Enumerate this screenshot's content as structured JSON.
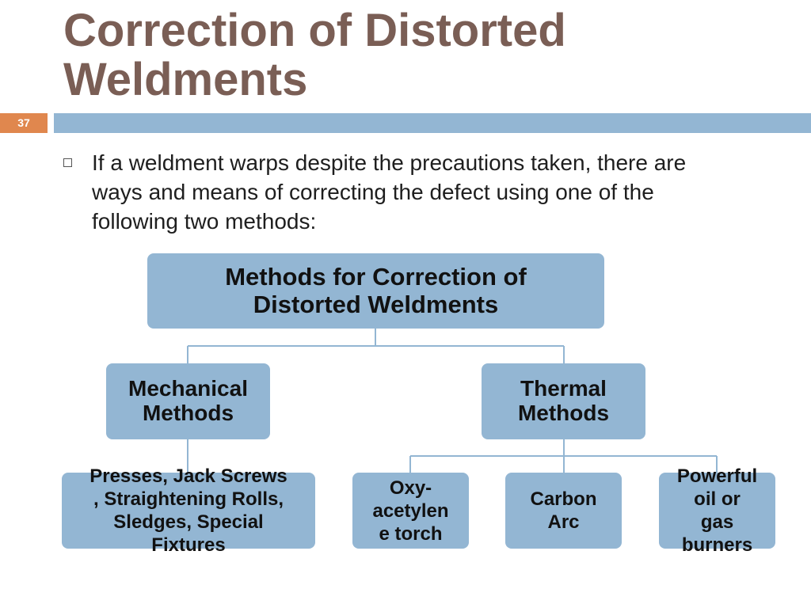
{
  "slide": {
    "title_lines": [
      "Correction of Distorted",
      "Weldments"
    ],
    "number": "37",
    "bullet_lines": [
      "If a weldment warps despite the precautions taken, there are",
      "ways and means of correcting the defect using one of the",
      "following two methods:"
    ]
  },
  "diagram": {
    "root": {
      "lines": [
        "Methods for Correction of",
        "Distorted Weldments"
      ]
    },
    "mechanical": {
      "lines": [
        "Mechanical",
        "Methods"
      ],
      "children": [
        {
          "lines": [
            "Presses, Jack Screws",
            ", Straightening Rolls,",
            "Sledges, Special",
            "Fixtures"
          ]
        }
      ]
    },
    "thermal": {
      "lines": [
        "Thermal",
        "Methods"
      ],
      "children": [
        {
          "lines": [
            "Oxy-",
            "acetylen",
            "e torch"
          ]
        },
        {
          "lines": [
            "Carbon",
            "Arc"
          ]
        },
        {
          "lines": [
            "Powerful",
            "oil or",
            "gas",
            "burners"
          ]
        }
      ]
    }
  },
  "colors": {
    "title": "#7a5e55",
    "accent_bar": "#93b6d3",
    "slide_number_bg": "#e0874e",
    "box_fill": "#93b6d3",
    "connector": "#93b6d3"
  }
}
